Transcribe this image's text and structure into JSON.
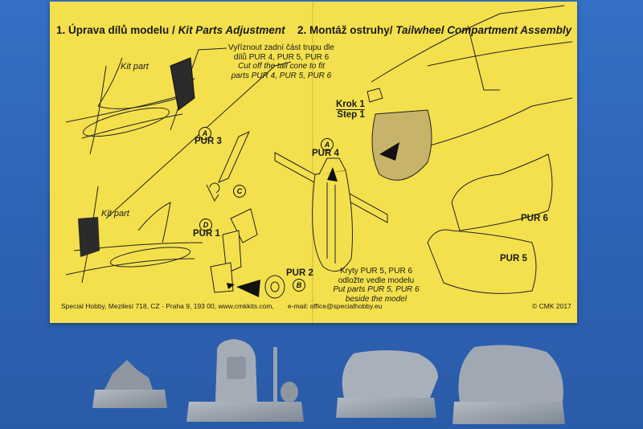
{
  "sheet": {
    "heading_left_cz": "1. Úprava dílů modelu /",
    "heading_left_en": "Kit Parts Adjustment",
    "heading_right_cz": "2. Montáž ostruhy/",
    "heading_right_en": "Tailwheel Compartment Assembly",
    "cut_note_cz_1": "Vyříznout zadní část trupu dle",
    "cut_note_cz_2": "dílů PUR 4, PUR 5, PUR 6",
    "cut_note_en_1": "Cut off the tail cone to fit",
    "cut_note_en_2": "parts PUR 4, PUR 5, PUR 6",
    "kit_part_1": "Kit part",
    "kit_part_2": "Kit part",
    "step_cz": "Krok 1",
    "step_en": "Step 1",
    "pur3": "PUR 3",
    "pur4": "PUR 4",
    "pur1": "PUR 1",
    "pur2": "PUR 2",
    "pur5": "PUR 5",
    "pur6": "PUR 6",
    "marker_a1": "A",
    "marker_a2": "A",
    "marker_c": "C",
    "marker_d": "D",
    "marker_b": "B",
    "covers_cz_1": "Kryty PUR 5, PUR 6",
    "covers_cz_2": "odložte vedle modelu",
    "covers_en_1": "Put parts PUR 5, PUR 6",
    "covers_en_2": "beside the model",
    "footer_left": "Special Hobby, Mezilesí 718, CZ - Praha 9, 193 00, www.cmkkits.com,",
    "footer_mid": "e-mail: office@specialhobby.eu",
    "footer_right": "© CMK 2017"
  },
  "colors": {
    "background": "#2f66b8",
    "sheet": "#f4e04d",
    "resin": "#9aa3ad"
  }
}
